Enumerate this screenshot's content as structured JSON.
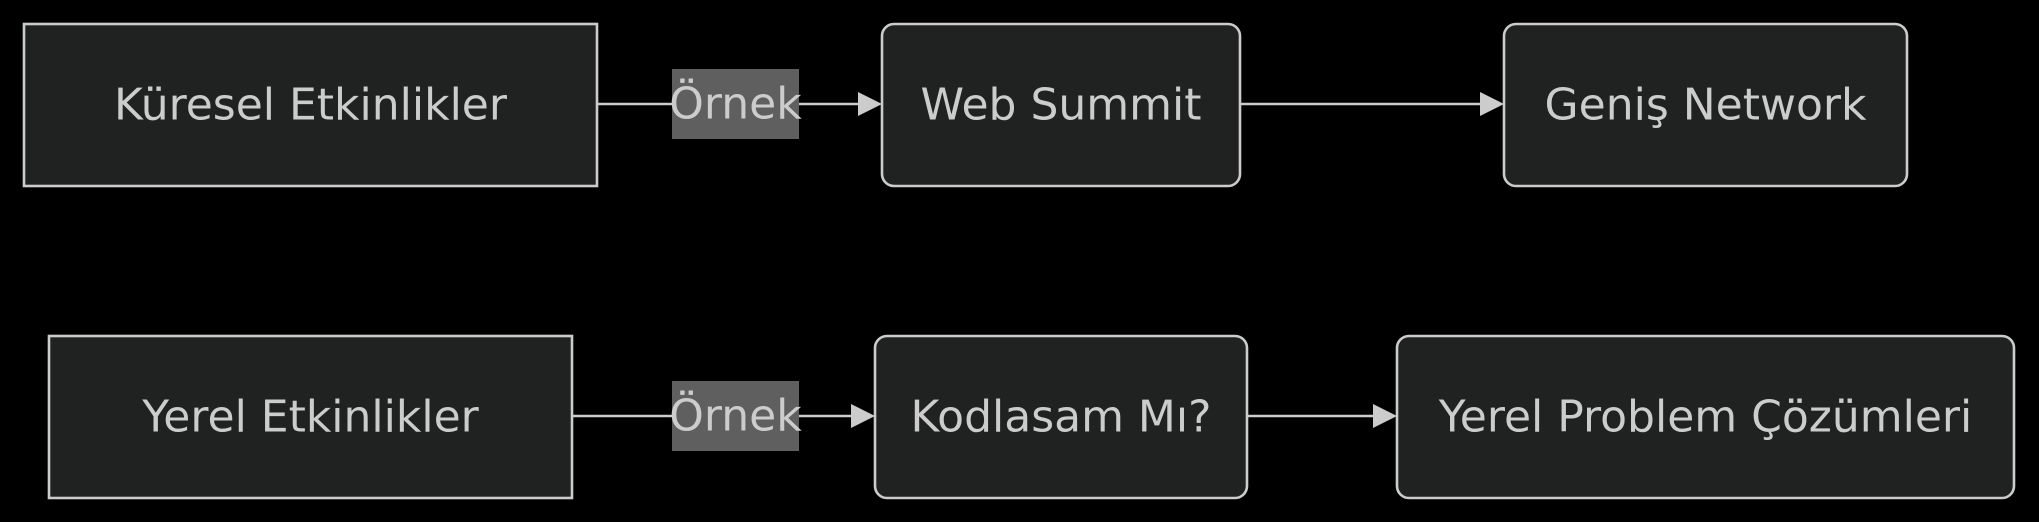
{
  "colors": {
    "background": "#000000",
    "node_fill": "#202222",
    "node_stroke": "#cccccc",
    "text": "#cccccc",
    "edge_label_bg": "#5f5f5f"
  },
  "nodes": {
    "kuresel": "Küresel Etkinlikler",
    "websummit": "Web Summit",
    "genis": "Geniş Network",
    "yerel": "Yerel Etkinlikler",
    "kodlasam": "Kodlasam Mı?",
    "problem": "Yerel Problem Çözümleri"
  },
  "edges": {
    "label_top": "Örnek",
    "label_bottom": "Örnek"
  }
}
